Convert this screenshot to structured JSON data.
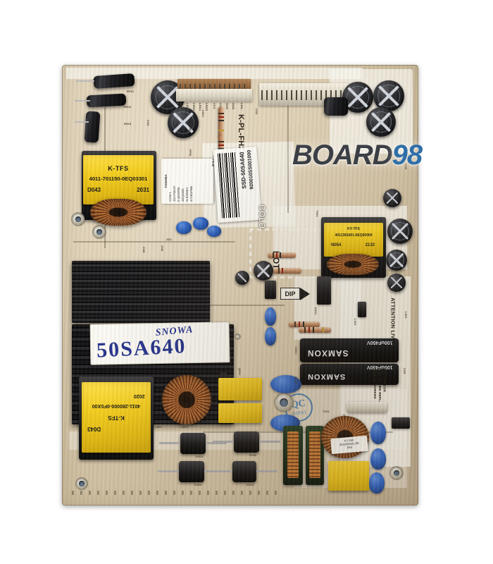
{
  "image": {
    "subject": "TV switch-mode power supply board (PCB) photograph",
    "background_color": "#ffffff",
    "board_color": "#ddcfb4"
  },
  "watermark": {
    "text_dark": "BOARD",
    "text_blue": "98",
    "color_dark": "#3b3f45",
    "color_blue": "#2f6fa8"
  },
  "labels": {
    "transformer_top": {
      "brand": "K-TFS",
      "part": "4011-701150-0EQ03301",
      "code": "D043",
      "date": "2031"
    },
    "transformer_bottom": {
      "brand": "K-TFS",
      "part": "4011-280000-0FSX00",
      "code": "D043",
      "date": "2020"
    },
    "transformer_right": {
      "line1": "KY-TFS",
      "line2": "4011381601-0EQ00000",
      "line3": "N054",
      "line4": "2133"
    },
    "barcode_label": {
      "part": "SSD-50SA640",
      "serial": "920010SS001000"
    },
    "handwritten": {
      "brand": "SNOWA",
      "model": "50SA640",
      "ink_color": "#1f2f86"
    },
    "ic_label": {
      "l1": "TOSHIBA",
      "l2": "CCM-1",
      "l3": "JDJ-P3K1F",
      "l4": "0-QK6P05",
      "l5": "4EQ3400",
      "l6": "N-E2000A",
      "l7": "4Y1B1PBB",
      "side": "2023"
    },
    "big_caps": {
      "brand": "SAMXON",
      "rating": "100uF450V"
    },
    "toroid_sticker": {
      "l1": "KY  450",
      "l2": "4011801521-0E",
      "l3": "D63"
    }
  },
  "silkscreen": {
    "board_id": "K-PL-FH2",
    "cold": "COLD",
    "hot": "HOT",
    "dip": "DIP",
    "attention": "ATTENTION LIVE",
    "caution": "CAUTION FOR\nRISK OF FIRE REPLACE\nFUSE AS MARKED",
    "connector_pins": [
      "LED1",
      "LED2",
      "LED3",
      "LED4",
      "LED5",
      "NC",
      "NC",
      "VCC",
      "VCC",
      "GND",
      "GND",
      "LED-"
    ],
    "refs_left": [
      "CN1",
      "CN2",
      "CN3",
      "R901",
      "R902",
      "R903",
      "ZD1",
      "C803",
      "D803",
      "L801",
      "Q801"
    ],
    "refs_mid": [
      "PGM",
      "PFM",
      "CN5",
      "CN6",
      "CN7",
      "C811",
      "C812",
      "R811",
      "D301",
      "L301"
    ],
    "refs_right": [
      "CN4",
      "CN8",
      "CN9",
      "C501",
      "C502",
      "D501",
      "D502",
      "R501",
      "L501",
      "F101",
      "T301"
    ],
    "refs_bottom": [
      "D101",
      "D102",
      "D103",
      "D104",
      "L901",
      "L902",
      "C901",
      "C902",
      "T901",
      "BD1"
    ]
  },
  "qc_stamp": {
    "line1": "QC",
    "line2": "DIP01",
    "color": "#2d6fae"
  }
}
